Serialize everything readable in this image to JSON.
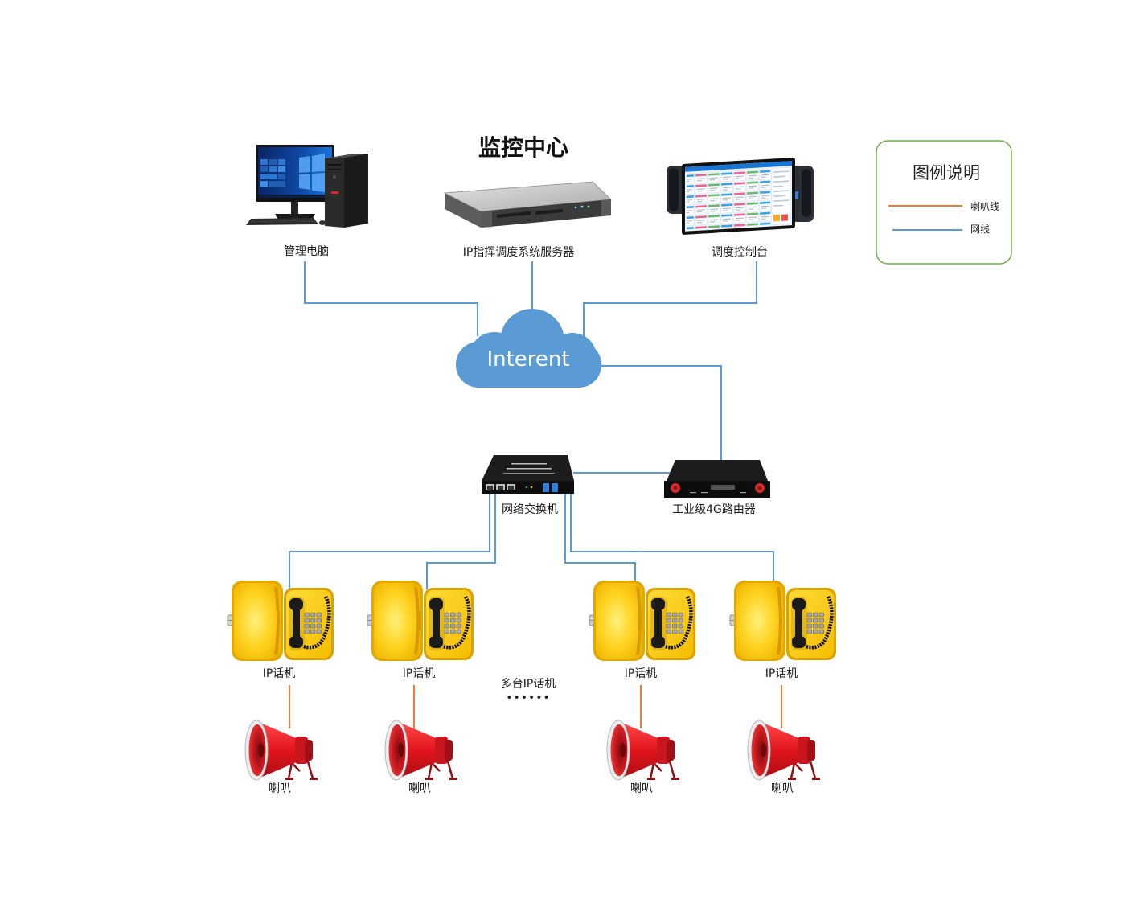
{
  "title": "监控中心",
  "legend": {
    "title": "图例说明",
    "items": [
      {
        "label": "喇叭线",
        "color": "#ed7d31"
      },
      {
        "label": "网线",
        "color": "#5b9bd5"
      }
    ]
  },
  "colors": {
    "cloud": "#5b9bd5",
    "legend_border": "#70ad47"
  },
  "nodes": {
    "pc": {
      "label": "管理电脑",
      "icon": "desktop-computer-icon"
    },
    "server": {
      "label": "IP指挥调度系统服务器",
      "icon": "rack-server-icon"
    },
    "console": {
      "label": "调度控制台",
      "icon": "dispatch-console-icon"
    },
    "cloud": {
      "label": "Interent",
      "icon": "cloud-icon"
    },
    "switch": {
      "label": "网络交换机",
      "icon": "network-switch-icon"
    },
    "router": {
      "label": "工业级4G路由器",
      "icon": "industrial-4g-router-icon"
    }
  },
  "phones": [
    {
      "label": "IP话机",
      "icon": "ip-phone-icon"
    },
    {
      "label": "IP话机",
      "icon": "ip-phone-icon"
    },
    {
      "label": "IP话机",
      "icon": "ip-phone-icon"
    },
    {
      "label": "IP话机",
      "icon": "ip-phone-icon"
    }
  ],
  "speakers": [
    {
      "label": "喇叭",
      "icon": "horn-speaker-icon"
    },
    {
      "label": "喇叭",
      "icon": "horn-speaker-icon"
    },
    {
      "label": "喇叭",
      "icon": "horn-speaker-icon"
    },
    {
      "label": "喇叭",
      "icon": "horn-speaker-icon"
    }
  ],
  "more_phones": {
    "label": "多台IP话机",
    "ellipsis": "••••••"
  }
}
